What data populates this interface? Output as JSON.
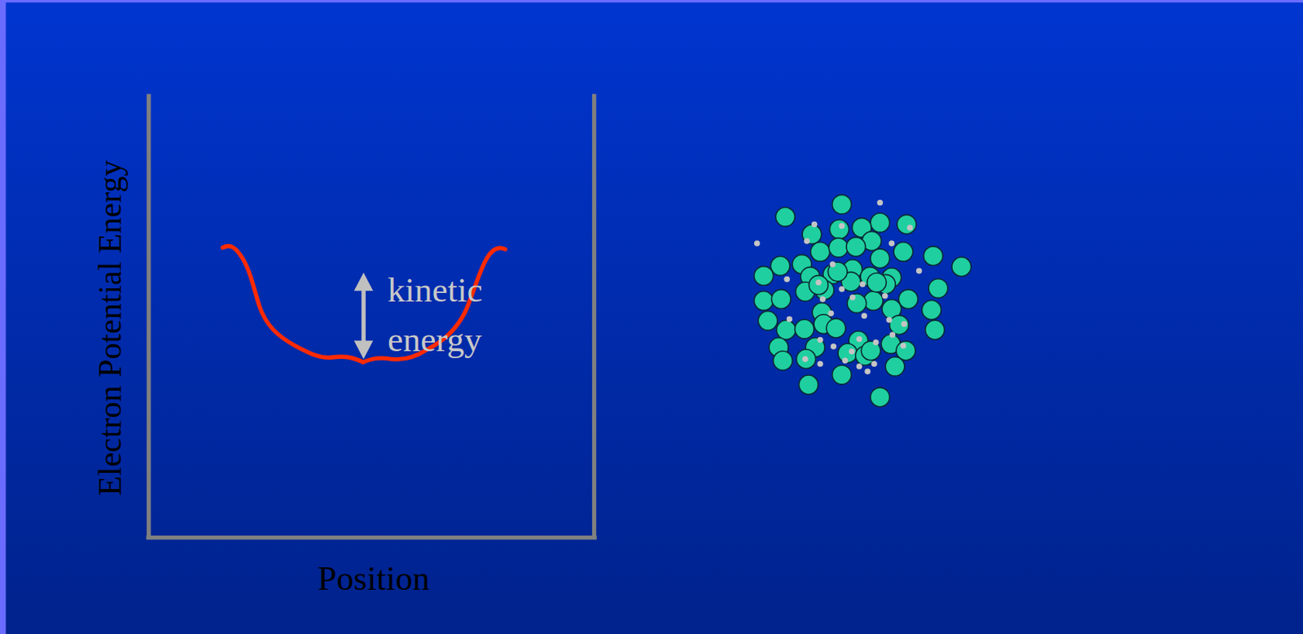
{
  "diagram": {
    "labels": [
      "Electron Potential Energy",
      "Position",
      "kinetic energy"
    ]
  }
}
